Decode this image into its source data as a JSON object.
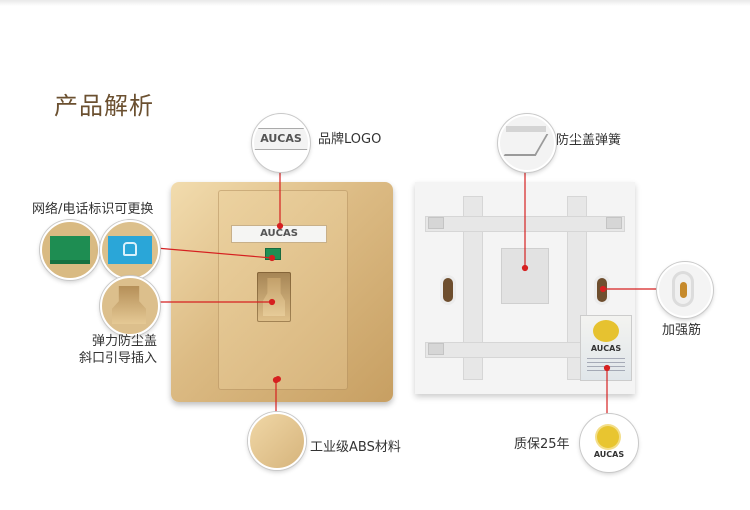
{
  "title": "产品解析",
  "brand_logo_text": "AUCAS",
  "callouts": {
    "logo": "品牌LOGO",
    "label_replace": "网络/电话标识可更换",
    "dust_cover_line1": "弹力防尘盖",
    "dust_cover_line2": "斜口引导插入",
    "abs_material": "工业级ABS材料",
    "spring": "防尘盖弹簧",
    "reinforce": "加强筋",
    "warranty": "质保25年"
  },
  "colors": {
    "title": "#6b5030",
    "pointer": "#d62020",
    "gold": "#d9b77c"
  }
}
